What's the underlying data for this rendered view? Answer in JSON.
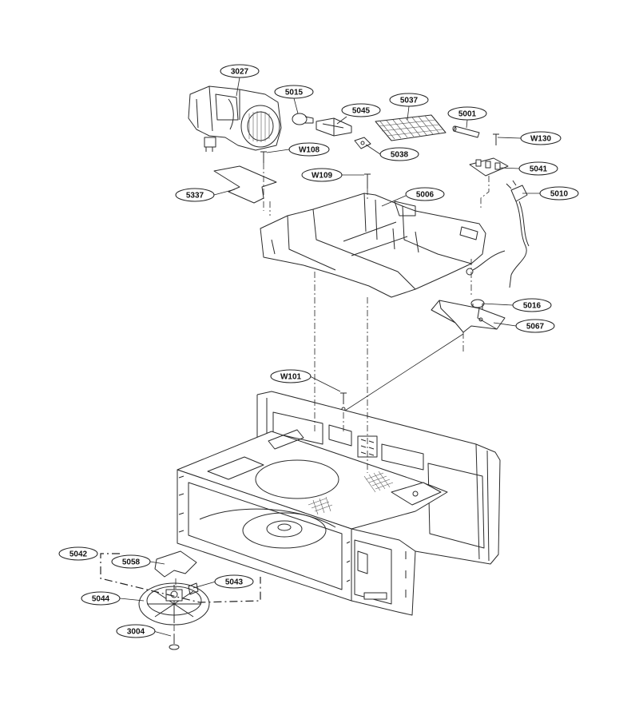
{
  "callouts": {
    "c3027": "3027",
    "c5015": "5015",
    "c5045": "5045",
    "c5037": "5037",
    "c5001": "5001",
    "cW130": "W130",
    "cW108": "W108",
    "c5038": "5038",
    "c5041": "5041",
    "cW109": "W109",
    "c5337": "5337",
    "c5006": "5006",
    "c5010": "5010",
    "c5016": "5016",
    "c5067": "5067",
    "cW101": "W101",
    "c5042": "5042",
    "c5058": "5058",
    "c5043": "5043",
    "c5044": "5044",
    "c3004": "3004"
  }
}
